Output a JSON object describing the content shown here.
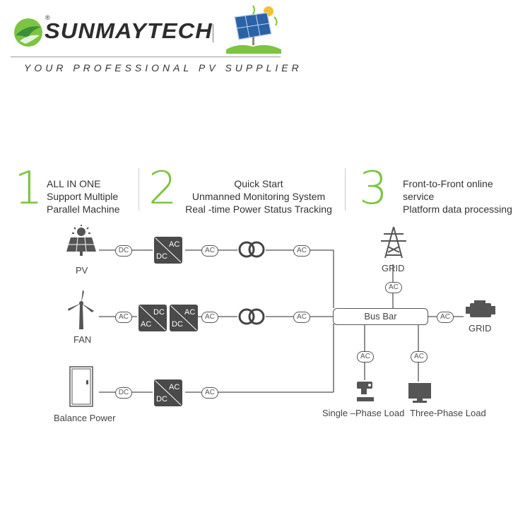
{
  "header": {
    "brand": "SUNMAYTECH",
    "trademark": "®",
    "tagline": "YOUR PROFESSIONAL PV SUPPLIER"
  },
  "features": [
    {
      "number": "1",
      "lines": [
        "ALL IN ONE",
        "Support Multiple",
        "Parallel Machine"
      ]
    },
    {
      "number": "2",
      "lines": [
        "Quick Start",
        "Unmanned Monitoring System",
        "Real -time Power  Status Tracking"
      ]
    },
    {
      "number": "3",
      "lines": [
        "Front-to-Front online",
        "service",
        "Platform data processing"
      ]
    }
  ],
  "diagram": {
    "sources": {
      "pv": "PV",
      "fan": "FAN",
      "balance": "Balance Power"
    },
    "bus_bar": "Bus Bar",
    "grid_top": "GRID",
    "grid_right": "GRID",
    "single_phase": "Single –Phase Load",
    "three_phase": "Three-Phase Load",
    "tags": {
      "dc": "DC",
      "ac": "AC"
    }
  },
  "colors": {
    "accent_green": "#7cc441",
    "line": "#555555",
    "icon": "#555555"
  }
}
